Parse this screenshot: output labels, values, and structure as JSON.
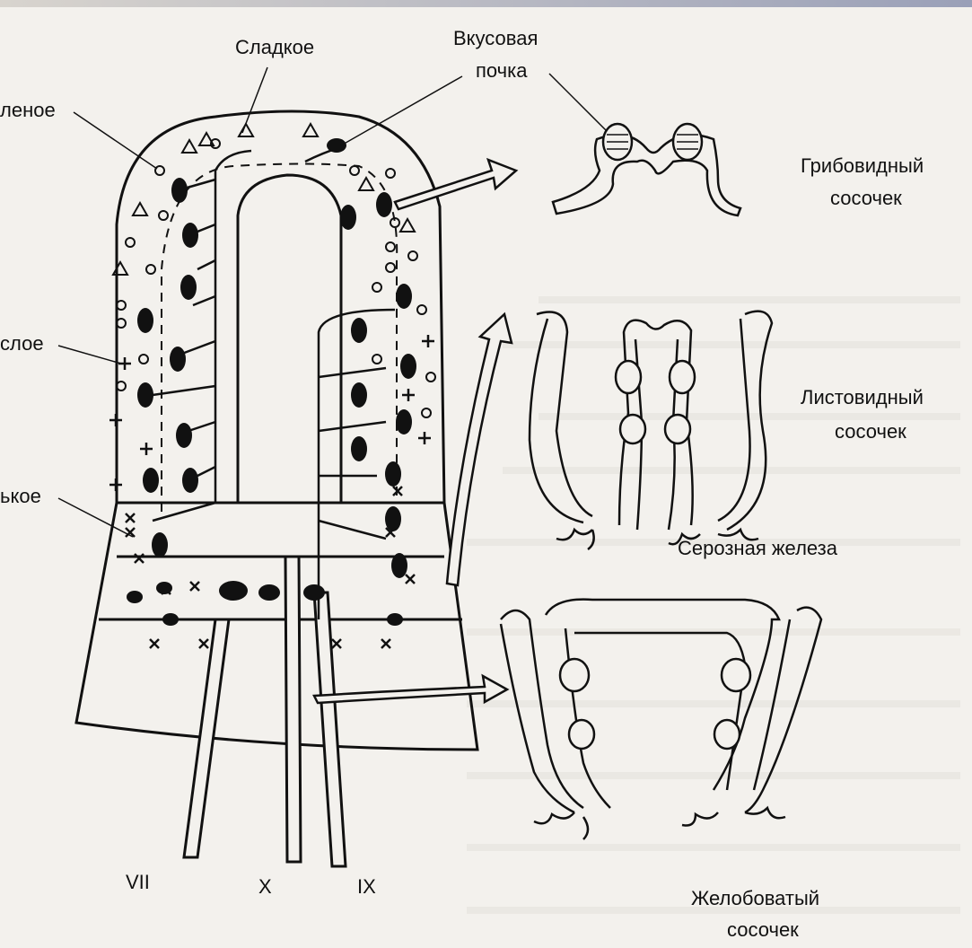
{
  "labels": {
    "sweet": "Сладкое",
    "taste_bud": [
      "Вкусовая",
      "почка"
    ],
    "salty_partial": "леное",
    "sour_partial": "слое",
    "bitter_partial": "ькое",
    "fungiform": [
      "Грибовидный",
      "сосочек"
    ],
    "foliate": [
      "Листовидный",
      "сосочек"
    ],
    "serous_gland": "Серозная железа",
    "circumvallate": [
      "Желобоватый",
      "сосочек"
    ],
    "nerve_vii": "VII",
    "nerve_x": "X",
    "nerve_ix": "IX"
  },
  "colors": {
    "ink": "#111111",
    "paper": "#f3f1ed",
    "receptor_fill": "#111111"
  },
  "icons": {
    "sweet_marker": "triangle",
    "salty_marker": "circle",
    "sour_marker": "plus",
    "bitter_marker": "cross"
  }
}
